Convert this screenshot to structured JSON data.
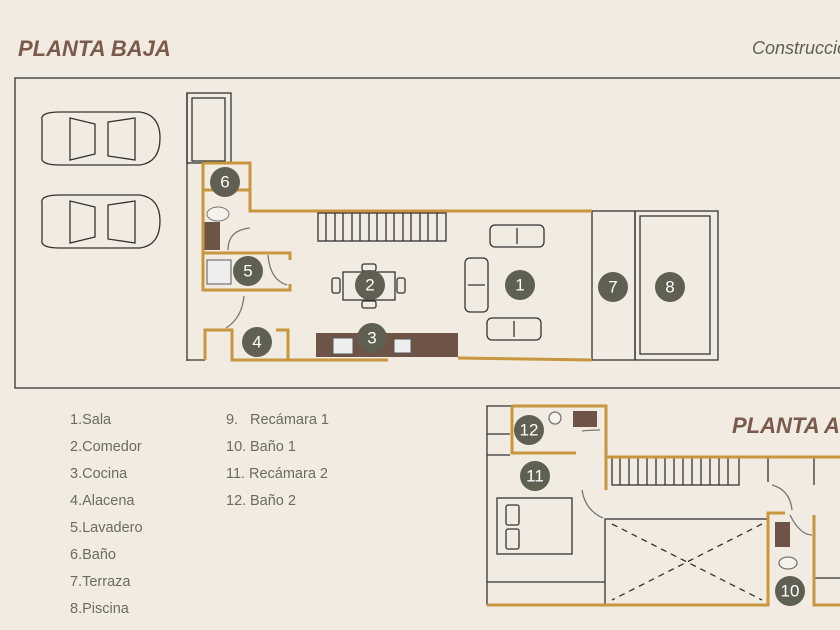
{
  "titles": {
    "ground_floor": "PLANTA BAJA",
    "upper_floor": "PLANTA ALTA",
    "construction": "Construcción"
  },
  "colors": {
    "background": "#f2ebe2",
    "wall_gold": "#c8963e",
    "marker": "#5f5f52",
    "counter": "#6e5446",
    "title": "#7a5a4a"
  },
  "markers": {
    "m1": "1",
    "m2": "2",
    "m3": "3",
    "m4": "4",
    "m5": "5",
    "m6": "6",
    "m7": "7",
    "m8": "8",
    "m10": "10",
    "m11": "11",
    "m12": "12"
  },
  "legend": {
    "col1": [
      {
        "n": "1.",
        "label": "Sala"
      },
      {
        "n": "2.",
        "label": "Comedor"
      },
      {
        "n": "3.",
        "label": "Cocina"
      },
      {
        "n": "4.",
        "label": "Alacena"
      },
      {
        "n": "5.",
        "label": "Lavadero"
      },
      {
        "n": "6.",
        "label": "Baño"
      },
      {
        "n": "7.",
        "label": "Terraza"
      },
      {
        "n": "8.",
        "label": "Piscina"
      }
    ],
    "col2": [
      {
        "n": "9.",
        "label": "Recámara 1"
      },
      {
        "n": "10.",
        "label": "Baño 1"
      },
      {
        "n": "11.",
        "label": "Recámara 2"
      },
      {
        "n": "12.",
        "label": "Baño 2"
      }
    ]
  }
}
